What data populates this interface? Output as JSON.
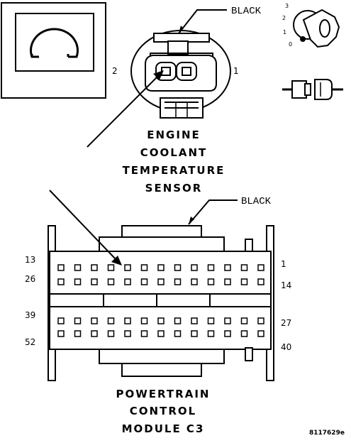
{
  "sensor": {
    "title_lines": [
      "ENGINE",
      "COOLANT",
      "TEMPERATURE",
      "SENSOR"
    ],
    "callout": "BLACK",
    "pin_left": "2",
    "pin_right": "1"
  },
  "module": {
    "title_lines": [
      "POWERTRAIN",
      "CONTROL",
      "MODULE C3"
    ],
    "callout": "BLACK",
    "pin_labels_left": [
      "13",
      "26",
      "39",
      "52"
    ],
    "pin_labels_right": [
      "1",
      "14",
      "27",
      "40"
    ]
  },
  "ignition": {
    "positions": [
      "3",
      "2",
      "1",
      "0"
    ]
  },
  "meter_icon": "ohm-symbol-icon",
  "connector_icon": "connector-icon",
  "figure_ref": "8117629e"
}
